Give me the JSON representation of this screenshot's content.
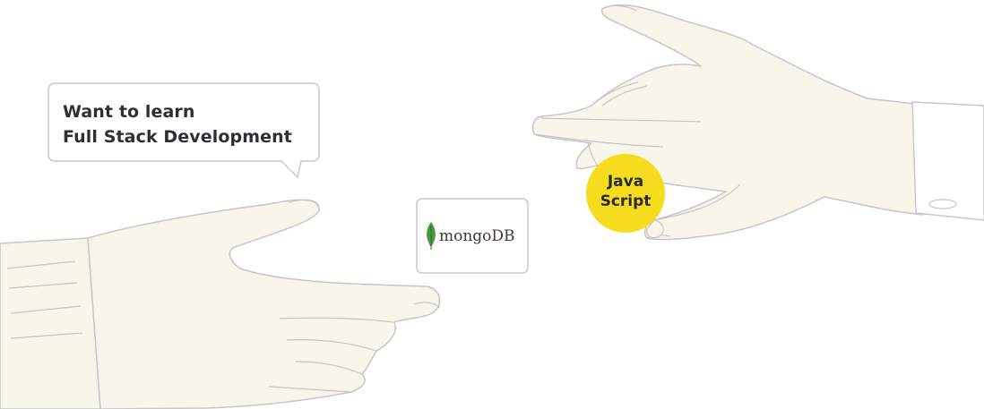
{
  "speech_bubble": {
    "line1": "Want to learn",
    "line2": "Full Stack Development"
  },
  "mongodb_card": {
    "label": "mongoDB",
    "icon": "mongodb-leaf-icon"
  },
  "javascript_coin": {
    "line1": "Java",
    "line2": "Script",
    "color": "#f5dc1f"
  },
  "colors": {
    "hand_fill": "#f8f6ea",
    "outline": "#c9c9c9",
    "leaf_green": "#4a9a3f"
  }
}
